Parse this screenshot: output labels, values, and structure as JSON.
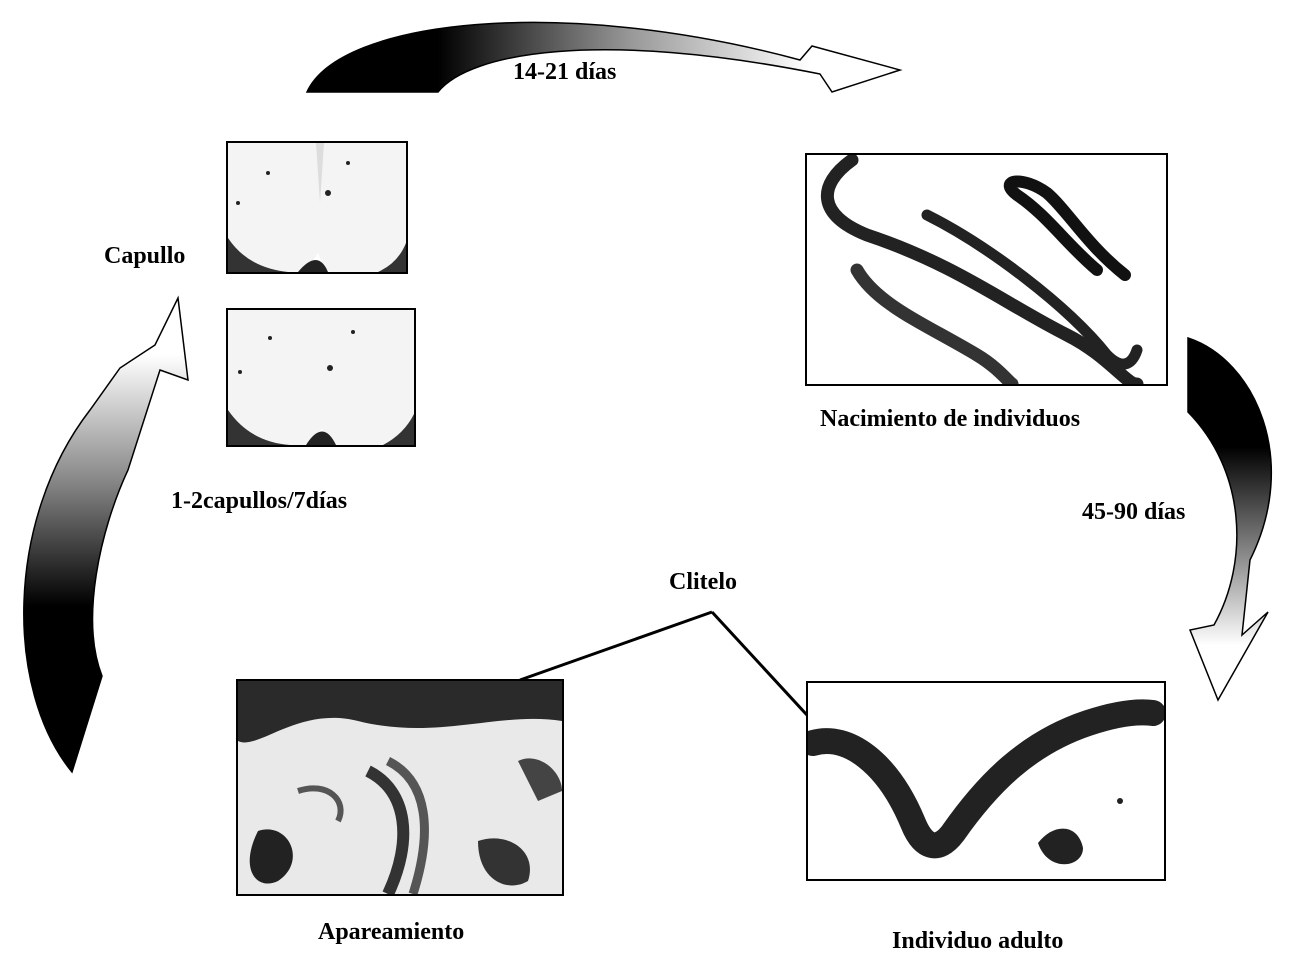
{
  "labels": {
    "top_duration": "14-21 días",
    "capullo": "Capullo",
    "capullo_rate": "1-2capullos/7días",
    "nacimiento": "Nacimiento de individuos",
    "right_duration": "45-90 días",
    "clitelo": "Clitelo",
    "apareamiento": "Apareamiento",
    "adulto": "Individuo adulto"
  },
  "colors": {
    "arrow_dark": "#000000",
    "arrow_mid": "#7a7a7a",
    "arrow_light": "#ffffff",
    "outline": "#000000"
  },
  "icons": {
    "top_arrow": "curved-arrow-right",
    "right_arrow": "curved-arrow-down",
    "left_arrow": "curved-arrow-up"
  }
}
